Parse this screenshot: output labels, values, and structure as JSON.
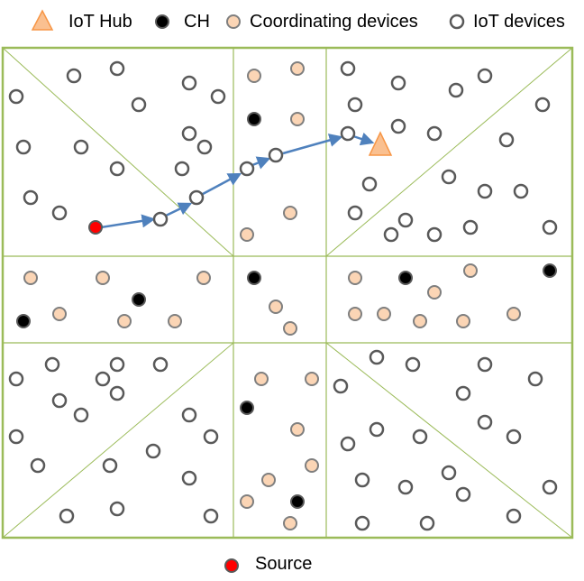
{
  "legend": {
    "hub_label": "IoT Hub",
    "ch_label": "CH",
    "coordinating_label": "Coordinating devices",
    "iot_label": "IoT devices"
  },
  "source_label": "Source",
  "colors": {
    "grid": "#9bbb59",
    "hub_fill": "#fac090",
    "hub_stroke": "#f79646",
    "coordinating_fill": "#fbd5b5",
    "coordinating_stroke": "#7f7f7f",
    "iot_fill": "#ffffff",
    "iot_stroke": "#595959",
    "ch_fill": "#000000",
    "ch_stroke": "#595959",
    "source_fill": "#ff0000",
    "source_stroke": "#595959",
    "path": "#4f81bd"
  },
  "icons": {
    "hub": "triangle-icon",
    "ch": "filled-circle-icon",
    "coordinating": "peach-circle-icon",
    "iot": "hollow-circle-icon",
    "source": "red-circle-icon"
  }
}
